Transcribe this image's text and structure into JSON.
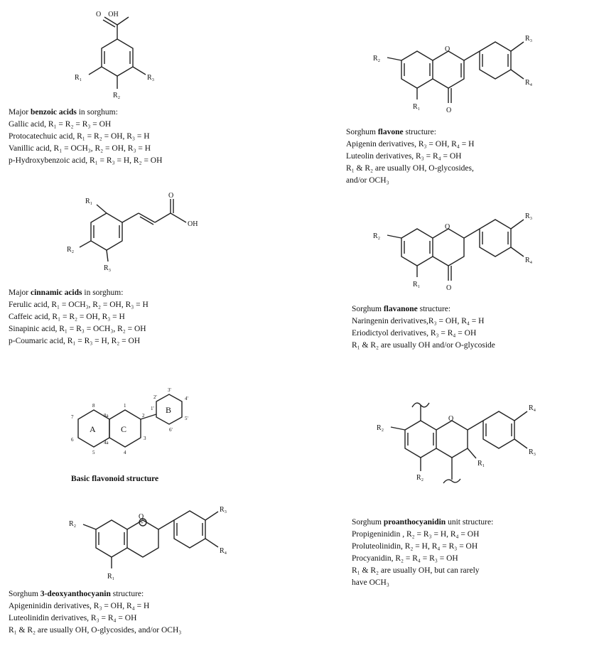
{
  "benzoic": {
    "title_pre": "Major ",
    "title_bold": "benzoic acids",
    "title_post": " in sorghum:",
    "lines": [
      "Gallic acid, R₁ = R₂ = R₃ = OH",
      "Protocatechuic acid, R₁ = R₂ = OH, R₃ = H",
      "Vanillic acid, R₁ = OCH₃, R₂ = OH, R₃ = H",
      "p-Hydroxybenzoic acid, R₁ = R₃ = H, R₂ = OH"
    ],
    "labels": {
      "acid": "O    OH",
      "r1": "R₁",
      "r2": "R₂",
      "r3": "R₃"
    }
  },
  "cinnamic": {
    "title_pre": "Major ",
    "title_bold": "cinnamic acids",
    "title_post": " in sorghum:",
    "lines": [
      "Ferulic acid, R₁ = OCH₃, R₂ = OH, R₃ = H",
      "Caffeic acid, R₁ = R₂ = OH, R₃ = H",
      "Sinapinic acid, R₁ = R₃ = OCH₃, R₂ = OH",
      "p-Coumaric acid, R₁ = R₃ = H, R₂ = OH"
    ],
    "labels": {
      "o": "O",
      "oh": "OH",
      "r1": "R₁",
      "r2": "R₂",
      "r3": "R₃"
    }
  },
  "basic": {
    "title": "Basic flavonoid structure",
    "ring_a": "A",
    "ring_b": "B",
    "ring_c": "C",
    "positions": [
      "1",
      "2",
      "3",
      "4",
      "4a",
      "5",
      "6",
      "7",
      "8",
      "8a",
      "1'",
      "2'",
      "3'",
      "4'",
      "5'",
      "6'"
    ]
  },
  "deoxy": {
    "title_pre": "Sorghum ",
    "title_bold": "3-deoxyanthocyanin",
    "title_post": " structure:",
    "lines": [
      "Apigeninidin derivatives, R₃ = OH, R₄ = H",
      "Luteolinidin derivatives, R₃ = R₄ = OH",
      "R₁ & R₂ are usually OH, O-glycosides, and/or OCH₃"
    ],
    "labels": {
      "o": "O",
      "plus": "+",
      "r1": "R₁",
      "r2": "R₂",
      "r3": "R₃",
      "r4": "R₄"
    }
  },
  "flavone": {
    "title_pre": "Sorghum ",
    "title_bold": "flavone",
    "title_post": " structure:",
    "lines": [
      "Apigenin derivatives, R₃ = OH, R₄ = H",
      "Luteolin derivatives, R₃ = R₄ = OH",
      "R₁ & R₂ are usually OH, O-glycosides,",
      "and/or OCH₃"
    ],
    "labels": {
      "o": "O",
      "co": "O",
      "r1": "R₁",
      "r2": "R₂",
      "r3": "R₃",
      "r4": "R₄"
    }
  },
  "flavanone": {
    "title_pre": "Sorghum ",
    "title_bold": "flavanone",
    "title_post": " structure:",
    "lines": [
      "Naringenin derivatives,R₃ = OH, R₄ = H",
      "Eriodictyol derivatives, R₃ = R₄ = OH",
      "R₁ & R₂ are usually OH and/or O-glycoside"
    ],
    "labels": {
      "o": "O",
      "co": "O",
      "r1": "R₁",
      "r2": "R₂",
      "r3": "R₃",
      "r4": "R₄"
    }
  },
  "proantho": {
    "title_pre": "Sorghum ",
    "title_bold": "proanthocyanidin",
    "title_post": " unit structure:",
    "lines": [
      "Propigeninidin , R₂ = R₃ = H, R₄ = OH",
      "Proluteolinidin, R₂ = H, R₄ = R₃ = OH",
      "Procyanidin, R₂ = R₄ = R₃ = OH",
      "R₁ & R₂ are usually OH, but can rarely",
      "have OCH₃"
    ],
    "labels": {
      "o": "O",
      "r1": "R₁",
      "r2": "R₂",
      "r3": "R₃",
      "r4": "R₄"
    }
  }
}
